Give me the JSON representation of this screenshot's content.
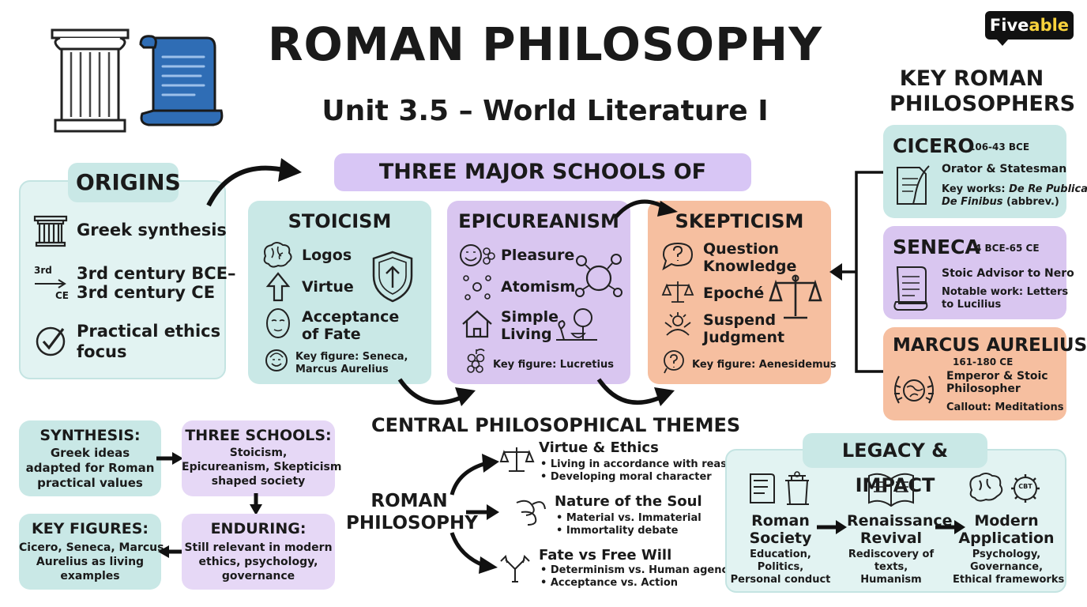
{
  "brand": "Fiveable",
  "header": {
    "title": "ROMAN PHILOSOPHY",
    "subtitle": "Unit 3.5 – World Literature I"
  },
  "origins": {
    "title": "ORIGINS",
    "items": [
      "Greek synthesis",
      "3rd century BCE–\n3rd century CE",
      "Practical ethics\nfocus"
    ],
    "century_glyph_top": "3rd",
    "century_glyph_bottom": "CE"
  },
  "schools": {
    "title": "THREE MAJOR SCHOOLS OF THOUGHT",
    "stoicism": {
      "title": "STOICISM",
      "items": [
        "Logos",
        "Virtue",
        "Acceptance\nof Fate"
      ],
      "key_figure": "Key figure: Seneca,\nMarcus Aurelius"
    },
    "epicureanism": {
      "title": "EPICUREANISM",
      "items": [
        "Pleasure",
        "Atomism",
        "Simple\nLiving"
      ],
      "key_figure": "Key figure: Lucretius"
    },
    "skepticism": {
      "title": "SKEPTICISM",
      "items": [
        "Question\nKnowledge",
        "Epoché",
        "Suspend\nJudgment"
      ],
      "key_figure": "Key figure: Aenesidemus"
    }
  },
  "philosophers": {
    "title": "KEY ROMAN\nPHILOSOPHERS",
    "cicero": {
      "name": "CICERO",
      "dates": "106-43 BCE",
      "role": "Orator & Statesman",
      "works_label": "Key works: ",
      "works": "De Re Publica,\nDe Finibus",
      "works_suffix": " (abbrev.)"
    },
    "seneca": {
      "name": "SENECA",
      "dates": "4 BCE-65 CE",
      "role": "Stoic Advisor to Nero",
      "work": "Notable work: Letters\nto Lucilius"
    },
    "marcus": {
      "name": "MARCUS AURELIUS",
      "dates": "161-180 CE",
      "role": "Emperor & Stoic\nPhilosopher",
      "callout": "Callout: Meditations"
    }
  },
  "flow": {
    "synthesis": {
      "title": "SYNTHESIS:",
      "text": "Greek ideas\nadapted for Roman\npractical values"
    },
    "three_schools": {
      "title": "THREE SCHOOLS:",
      "text": "Stoicism,\nEpicureanism, Skepticism\nshaped society"
    },
    "key_figures": {
      "title": "KEY FIGURES:",
      "text": "Cicero, Seneca, Marcus\nAurelius as living\nexamples"
    },
    "enduring": {
      "title": "ENDURING:",
      "text": "Still relevant in modern\nethics, psychology,\ngovernance"
    }
  },
  "themes": {
    "title": "CENTRAL PHILOSOPHICAL THEMES",
    "center": "ROMAN\nPHILOSOPHY",
    "items": [
      {
        "title": "Virtue & Ethics",
        "bullets": [
          "• Living in accordance with reason",
          "• Developing moral character"
        ]
      },
      {
        "title": "Nature of the Soul",
        "bullets": [
          "• Material vs. Immaterial",
          "• Immortality debate"
        ]
      },
      {
        "title": "Fate vs Free Will",
        "bullets": [
          "• Determinism vs. Human agency",
          "• Acceptance vs. Action"
        ]
      }
    ]
  },
  "legacy": {
    "title": "LEGACY & IMPACT",
    "stages": [
      {
        "title": "Roman\nSociety",
        "text": "Education,\nPolitics,\nPersonal conduct"
      },
      {
        "title": "Renaissance\nRevival",
        "text": "Rediscovery of\ntexts,\nHumanism"
      },
      {
        "title": "Modern\nApplication",
        "text": "Psychology,\nGovernance,\nEthical frameworks"
      }
    ],
    "cbt_label": "CBT"
  },
  "colors": {
    "teal": "#c9e8e6",
    "purple": "#d9c6f0",
    "orange": "#f6bfa0",
    "scroll_blue": "#2f6db5"
  }
}
